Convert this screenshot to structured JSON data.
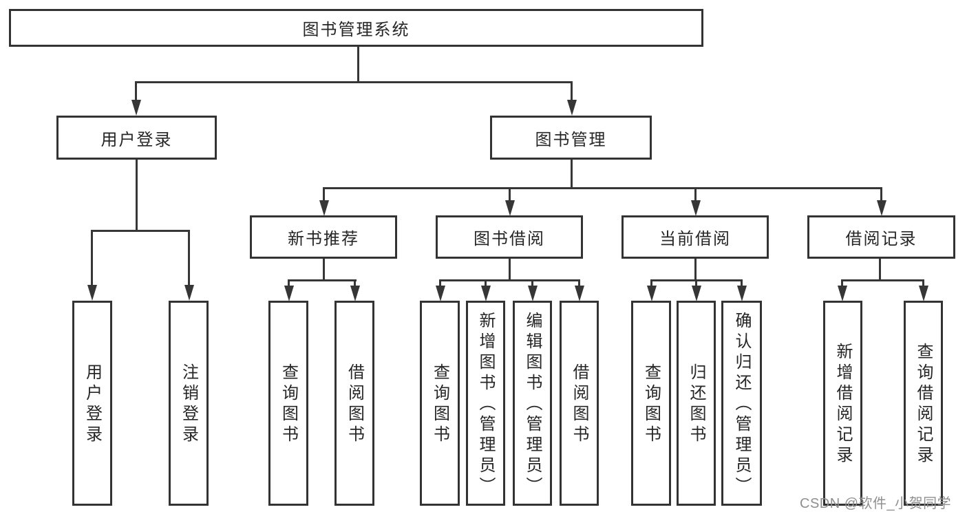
{
  "tree": {
    "label": "图书管理系统",
    "children": [
      {
        "label": "用户登录",
        "children": [
          {
            "label": "用户登录"
          },
          {
            "label": "注销登录"
          }
        ]
      },
      {
        "label": "图书管理",
        "children": [
          {
            "label": "新书推荐",
            "children": [
              {
                "label": "查询图书"
              },
              {
                "label": "借阅图书"
              }
            ]
          },
          {
            "label": "图书借阅",
            "children": [
              {
                "label": "查询图书"
              },
              {
                "label": "新增图书（管理员）"
              },
              {
                "label": "编辑图书（管理员）"
              },
              {
                "label": "借阅图书"
              }
            ]
          },
          {
            "label": "当前借阅",
            "children": [
              {
                "label": "查询图书"
              },
              {
                "label": "归还图书"
              },
              {
                "label": "确认归还（管理员）"
              }
            ]
          },
          {
            "label": "借阅记录",
            "children": [
              {
                "label": "新增借阅记录"
              },
              {
                "label": "查询借阅记录"
              }
            ]
          }
        ]
      }
    ]
  },
  "watermark": {
    "text": "CSDN @软件_小贺同学"
  },
  "colors": {
    "line": "#363636",
    "box_border": "#333333",
    "text": "#262626",
    "background": "#ffffff",
    "watermark": "#8f8f8f"
  }
}
